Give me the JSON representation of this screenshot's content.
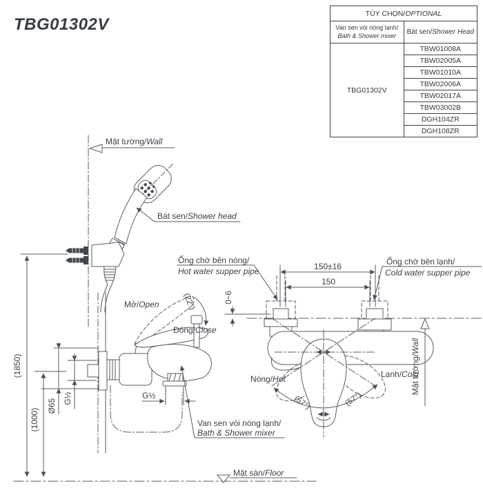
{
  "title": "TBG01302V",
  "table": {
    "header_vi": "TÙY CHỌN/",
    "header_en": "OPTIONAL",
    "col1_header_vi": "Van sen vòi nóng lạnh/",
    "col1_header_en": "Bath & Shower mixer",
    "col2_header_vi": "Bát sen/",
    "col2_header_en": "Shower Head",
    "mixer_model": "TBG01302V",
    "shower_heads": [
      "TBW01008A",
      "TBW02005A",
      "TBW01010A",
      "TBW02006A",
      "TBW02017A",
      "TBW03002B",
      "DGH104ZR",
      "DGH108ZR"
    ]
  },
  "labels": {
    "wall_top": {
      "vi": "Mặt tường/",
      "en": "Wall"
    },
    "wall_right": {
      "vi": "Mặt tường/",
      "en": "Wall"
    },
    "floor": {
      "vi": "Mặt sàn/",
      "en": "Floor"
    },
    "shower_head": {
      "vi": "Bát sen/",
      "en": "Shower head"
    },
    "hot_pipe": {
      "vi": "Ống chờ bên nóng/",
      "en": "Hot water supper pipe"
    },
    "cold_pipe": {
      "vi": "Ống chờ bên lạnh/",
      "en": "Cold water supper pipe"
    },
    "open": {
      "vi": "Mở/",
      "en": "Open"
    },
    "close": {
      "vi": "Đóng/",
      "en": "Close"
    },
    "hot": {
      "vi": "Nóng/",
      "en": "Hot"
    },
    "cold": {
      "vi": "Lạnh/",
      "en": "Cold"
    },
    "mixer": {
      "vi": "Van sen vòi nóng lạnh/",
      "en": "Bath & Shower mixer"
    }
  },
  "dimensions": {
    "pipe_span_tol": "150±16",
    "pipe_span": "150",
    "wall_gap": "0~6",
    "handle_angle": "(22°)",
    "swing_left": "(57°)",
    "swing_right": "(57°)",
    "shower_height": "(1850)",
    "mixer_height": "(1000)",
    "flange_dia": "Ø65",
    "thread_wall": "G½",
    "thread_spout": "G½"
  },
  "colors": {
    "line": "#565b62",
    "text": "#3a3f46",
    "dark_fill": "#42464d"
  }
}
